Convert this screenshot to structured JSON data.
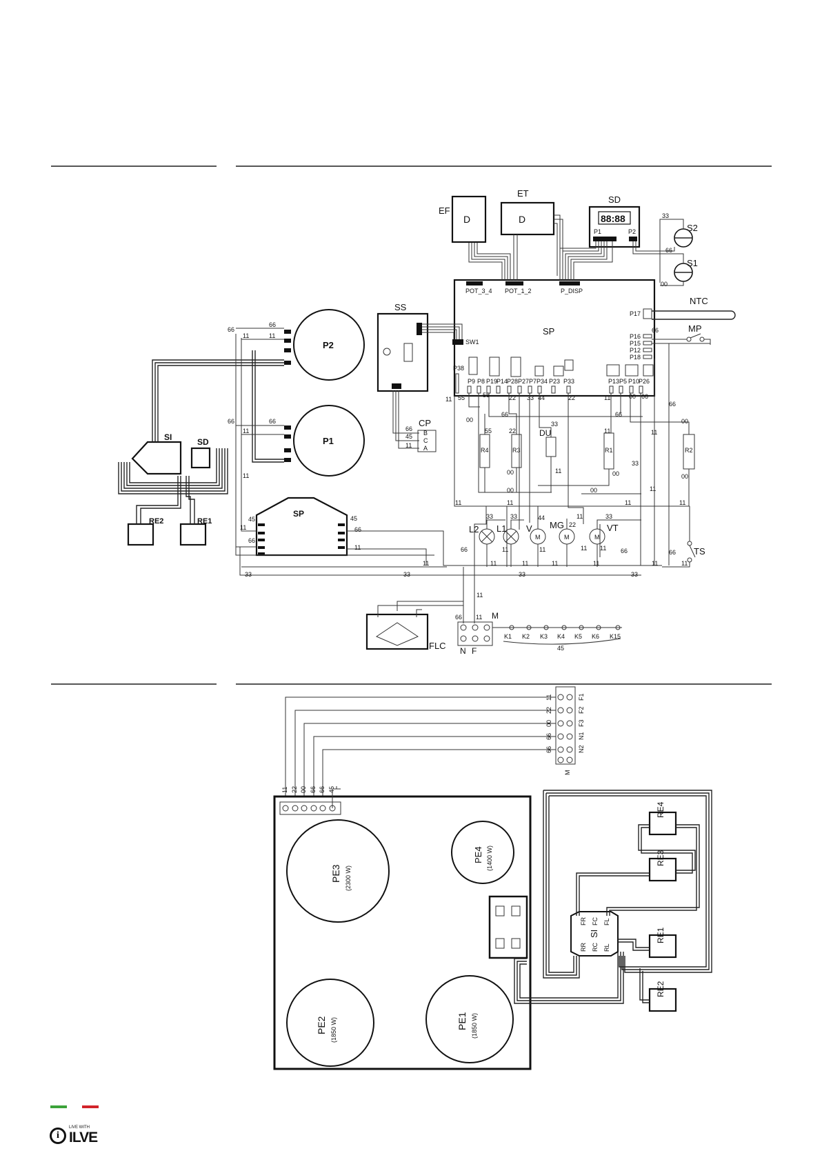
{
  "top": {
    "labels": {
      "ef": "EF",
      "et": "ET",
      "sd": "SD",
      "s1": "S1",
      "s2": "S2",
      "ntc": "NTC",
      "mp": "MP",
      "ss": "SS",
      "sp": "SP",
      "p1": "P1",
      "p2": "P2",
      "cp": "CP",
      "du": "DU",
      "si": "SI",
      "sd_small": "SD",
      "re1": "RE1",
      "re2": "RE2",
      "l1": "L1",
      "l2": "L2",
      "v": "V",
      "mg": "MG",
      "vt": "VT",
      "ts": "TS",
      "flc": "FLC",
      "m": "M",
      "n": "N",
      "f": "F",
      "r1": "R1",
      "r2": "R2",
      "r3": "R3",
      "r4": "R4",
      "sp_board": "SP",
      "sw1": "SW1",
      "display": "88:88"
    },
    "connectors": {
      "pot34": "POT_3_4",
      "pot12": "POT_1_2",
      "pdisp": "P_DISP",
      "p17": "P17",
      "p16": "P16",
      "p15": "P15",
      "p12": "P12",
      "p18": "P18",
      "p38": "P38",
      "p1": "P1",
      "p2": "P2",
      "row": [
        "P9",
        "P8",
        "P19",
        "P14",
        "P28",
        "P27",
        "P7",
        "P34",
        "P23",
        "P33",
        "P13",
        "P5",
        "P10",
        "P26"
      ]
    },
    "wires": {
      "w11": "11",
      "w22": "22",
      "w33": "33",
      "w44": "44",
      "w55": "55",
      "w66": "66",
      "w00": "00",
      "w45": "45"
    },
    "keys": [
      "K1",
      "K2",
      "K3",
      "K4",
      "K5",
      "K6",
      "K15"
    ],
    "keys_wire": "45",
    "cp_pins": [
      "B",
      "C",
      "A"
    ]
  },
  "bottom": {
    "terminals": [
      "F1",
      "F2",
      "F3",
      "N1",
      "N2"
    ],
    "term_wires": [
      "11",
      "22",
      "00",
      "66",
      "66"
    ],
    "plate_wires": [
      "11",
      "22",
      "00",
      "66",
      "66",
      "45"
    ],
    "m": "M",
    "zones": [
      {
        "id": "PE3",
        "power": "(2300 W)"
      },
      {
        "id": "PE4",
        "power": "(1400 W)"
      },
      {
        "id": "PE2",
        "power": "(1850 W)"
      },
      {
        "id": "PE1",
        "power": "(1850 W)"
      }
    ],
    "regs": [
      "RE4",
      "RE3",
      "RE1",
      "RE2"
    ],
    "si": "SI",
    "si_pins": [
      "FR",
      "FC",
      "FL",
      "RR",
      "RC",
      "RL"
    ]
  },
  "footer": {
    "brand_small": "LIVE WITH",
    "brand": "ILVE",
    "colors": {
      "green": "#3ca33a",
      "red": "#d2232a"
    }
  }
}
